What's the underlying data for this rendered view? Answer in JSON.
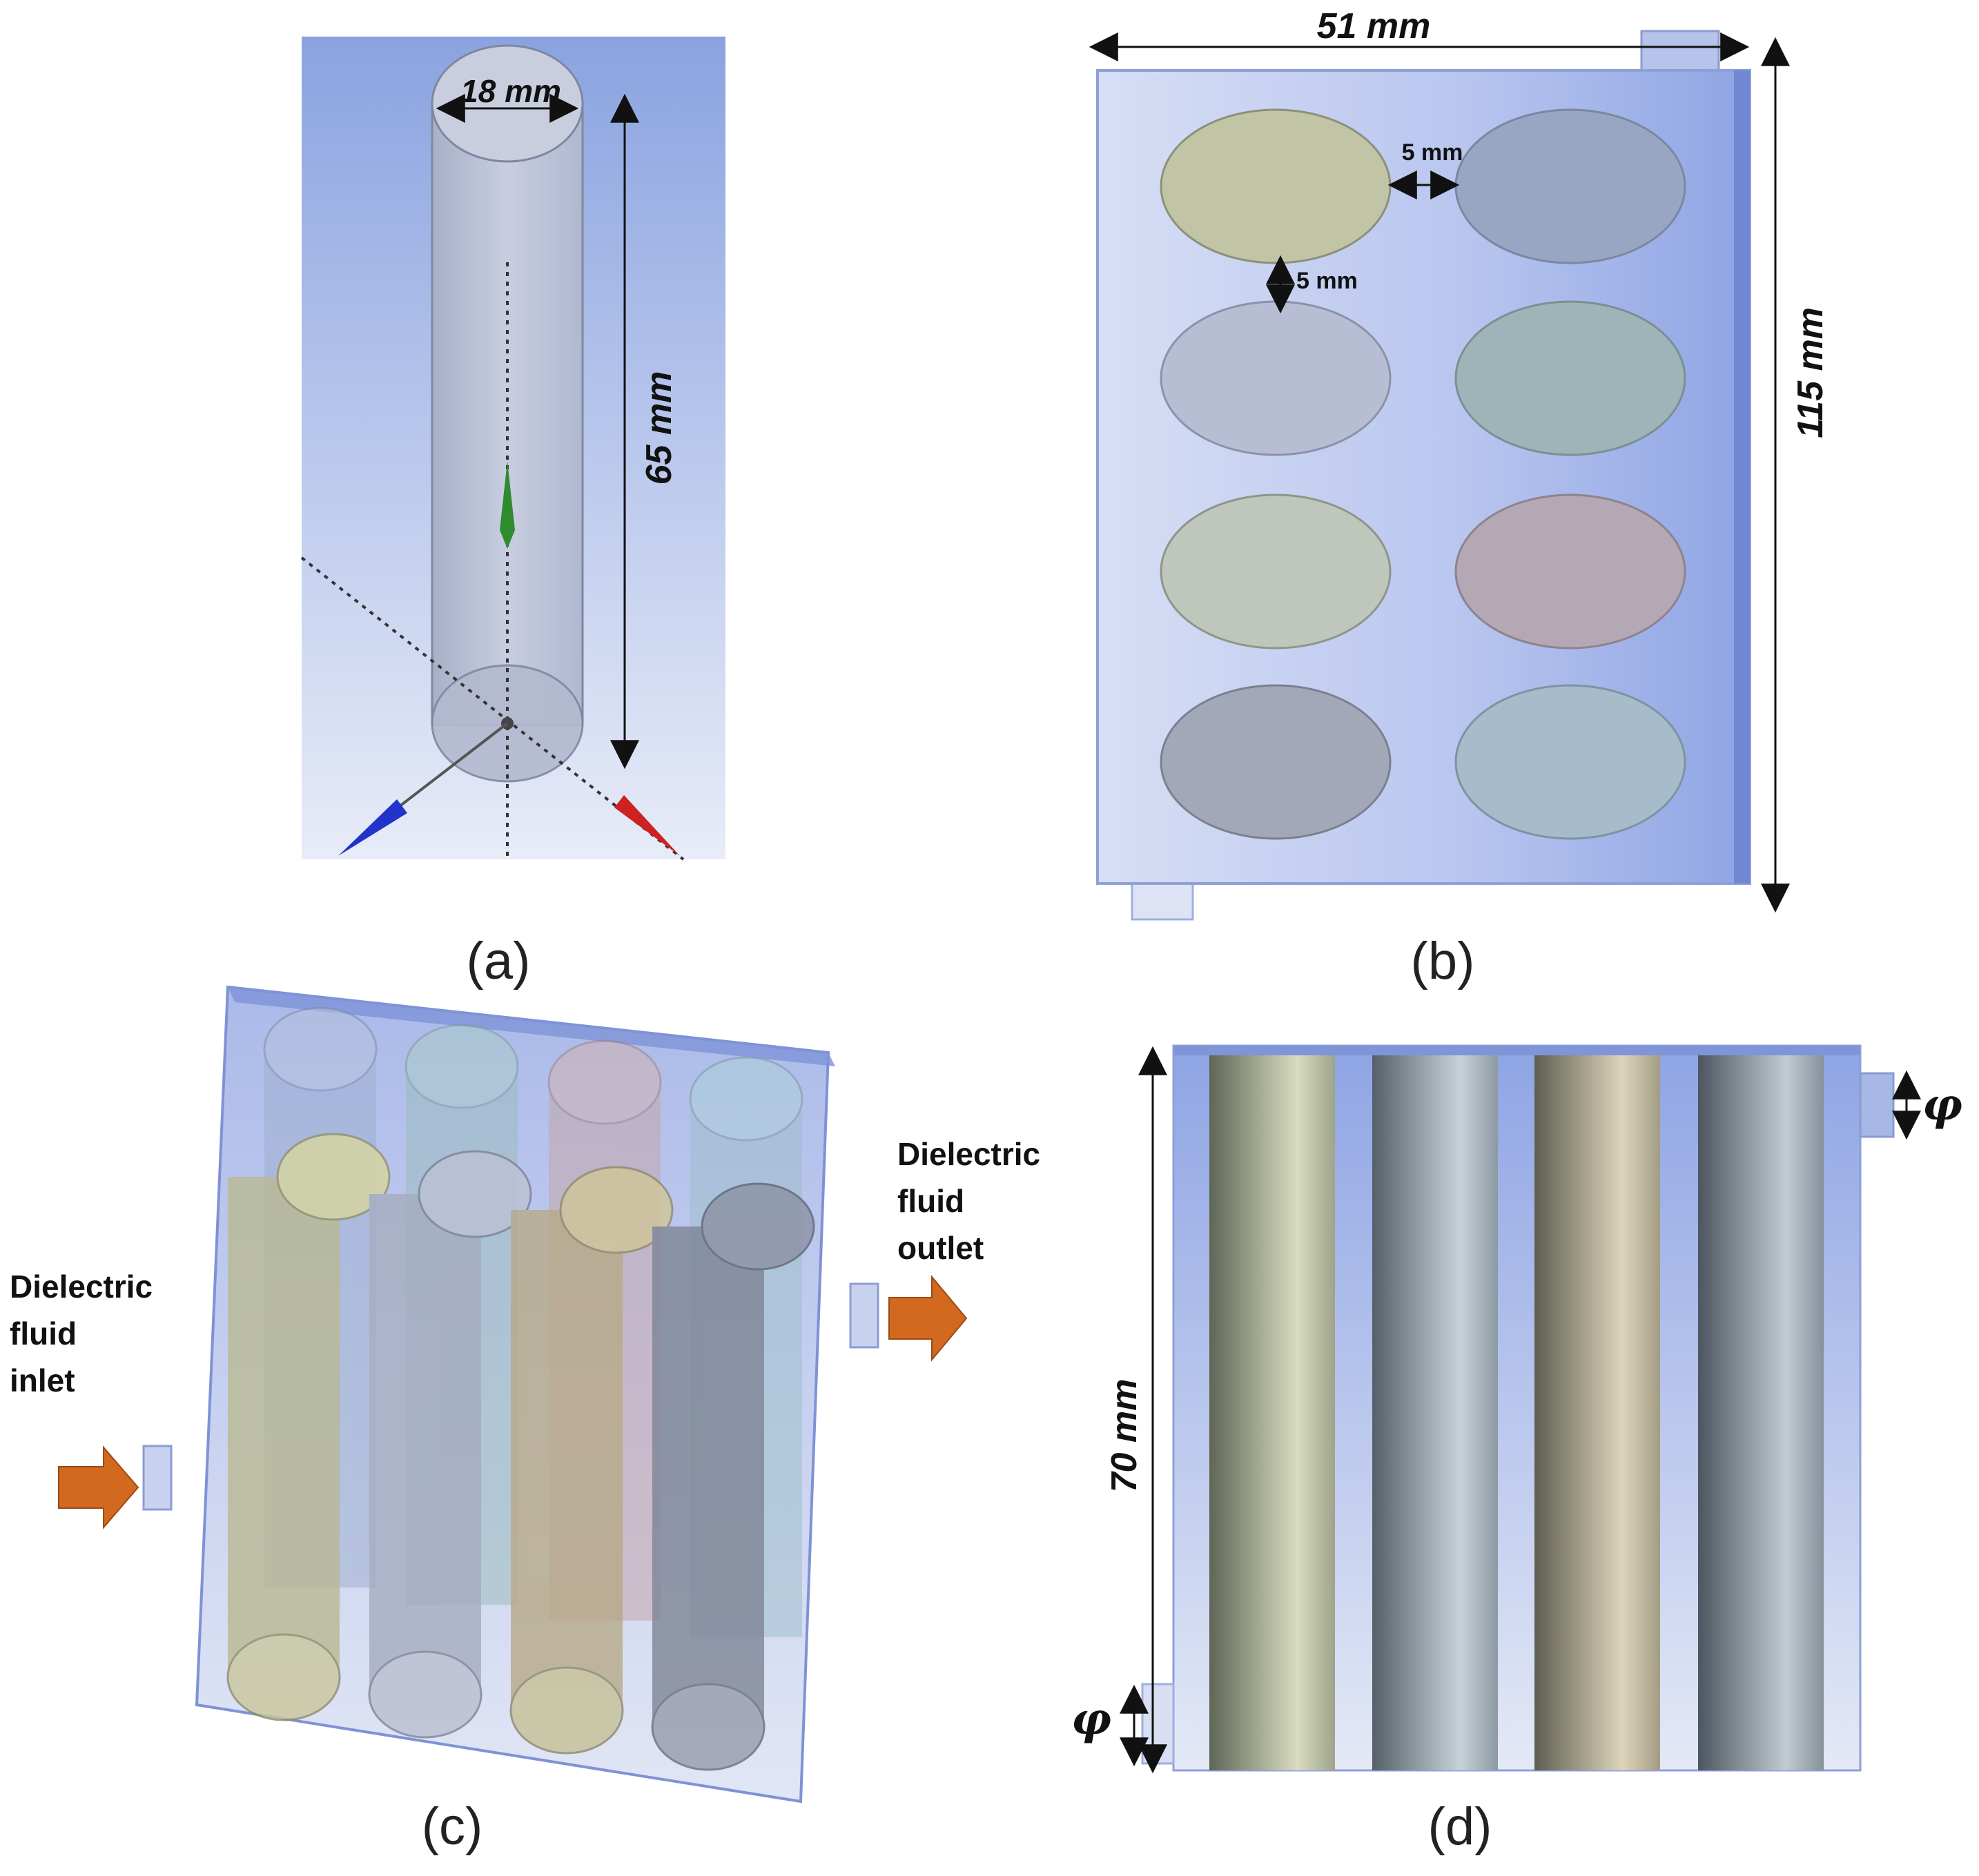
{
  "panels": {
    "a": {
      "caption": "(a)",
      "diameter_label": "18  mm",
      "height_label": "65 mm"
    },
    "b": {
      "caption": "(b)",
      "width_label": "51  mm",
      "height_label": "115 mm",
      "gap_horizontal_label": "5 mm",
      "gap_vertical_label": "5 mm",
      "cell_rows": 4,
      "cell_columns": 2
    },
    "c": {
      "caption": "(c)",
      "inlet_label": [
        "Dielectric",
        "fluid",
        "inlet"
      ],
      "outlet_label": [
        "Dielectric",
        "fluid",
        "outlet"
      ],
      "cell_count": 8
    },
    "d": {
      "caption": "(d)",
      "height_label": "70 mm",
      "port_top_label": "φ",
      "port_bottom_label": "φ",
      "cell_count": 4
    }
  },
  "colors": {
    "arrow_orange": "#d2691e",
    "module_blue": "#8fa6e0",
    "axis_green": "#2e8b2e",
    "axis_blue": "#2233cc",
    "axis_red": "#cc2222"
  }
}
